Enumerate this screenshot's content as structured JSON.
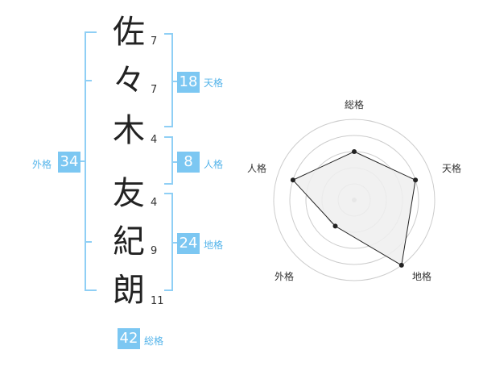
{
  "name": {
    "characters": [
      {
        "char": "佐",
        "strokes": "7"
      },
      {
        "char": "々",
        "strokes": "7"
      },
      {
        "char": "木",
        "strokes": "4"
      },
      {
        "char": "友",
        "strokes": "4"
      },
      {
        "char": "紀",
        "strokes": "9"
      },
      {
        "char": "朗",
        "strokes": "11"
      }
    ]
  },
  "fortunes": {
    "tenkaku": {
      "value": "18",
      "label": "天格"
    },
    "jinkaku": {
      "value": "8",
      "label": "人格"
    },
    "chikaku": {
      "value": "24",
      "label": "地格"
    },
    "gaikaku": {
      "value": "34",
      "label": "外格"
    },
    "soukaku": {
      "value": "42",
      "label": "総格"
    }
  },
  "colors": {
    "accent": "#7cc7f2",
    "accent_text": "#55b4ea",
    "bracket": "#8fcff5",
    "radar_fill": "#eeeeee",
    "radar_line": "#222222",
    "ring": "#cccccc"
  },
  "radar": {
    "axes": [
      "総格",
      "天格",
      "地格",
      "外格",
      "人格"
    ],
    "scale_max": 5,
    "values": [
      3,
      4,
      5,
      2,
      4
    ]
  }
}
